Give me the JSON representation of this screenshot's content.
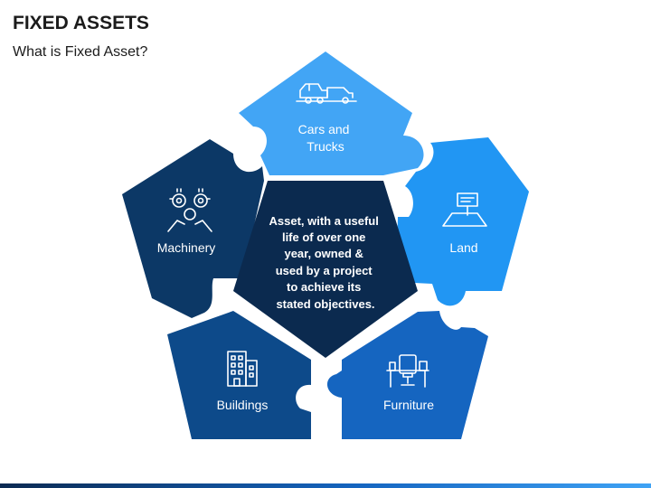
{
  "header": {
    "title": "FIXED ASSETS",
    "subtitle": "What is Fixed Asset?"
  },
  "center": {
    "lines": [
      "Asset, with a useful",
      "life of over one",
      "year, owned &",
      "used by a project",
      "to achieve its",
      "stated objectives."
    ]
  },
  "pieces": {
    "top": {
      "label_lines": [
        "Cars and",
        "Trucks"
      ],
      "icon": "truck-icon",
      "color": "#42a5f5"
    },
    "right": {
      "label": "Land",
      "icon": "land-sign-icon",
      "color": "#2196f3"
    },
    "bottom_right": {
      "label": "Furniture",
      "icon": "office-desk-icon",
      "color": "#1565c0"
    },
    "bottom_left": {
      "label": "Buildings",
      "icon": "building-icon",
      "color": "#0d4a8a"
    },
    "left": {
      "label": "Machinery",
      "icon": "gears-icon",
      "color": "#0c3866"
    }
  },
  "colors": {
    "center": "#0b2a4f",
    "icon_stroke": "#ffffff"
  }
}
